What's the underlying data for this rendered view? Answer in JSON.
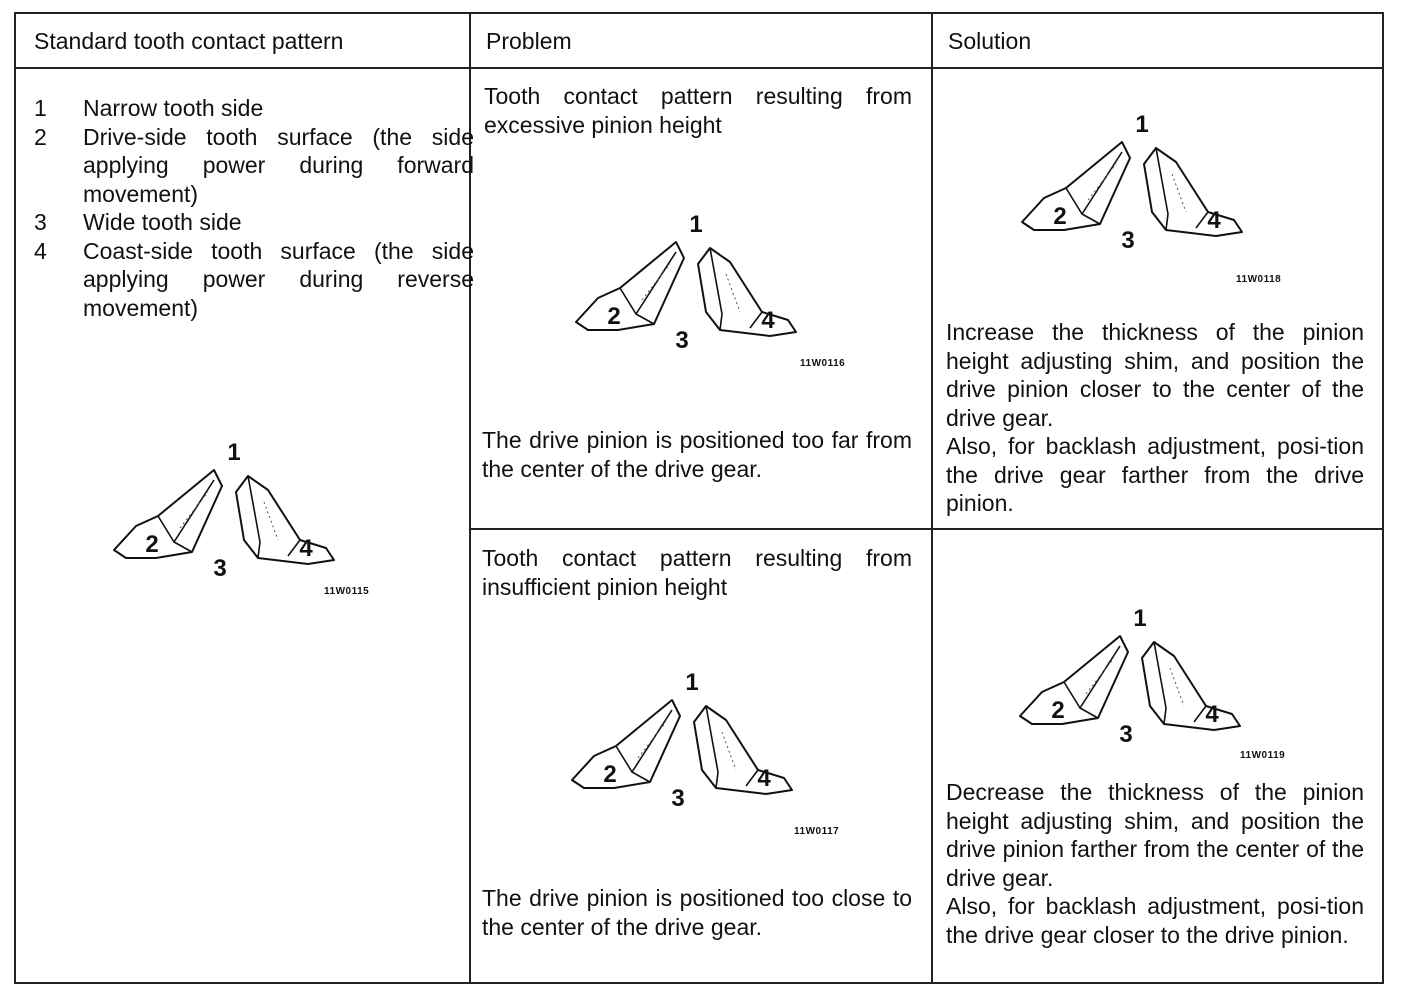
{
  "headers": {
    "standard": "Standard tooth contact pattern",
    "problem": "Problem",
    "solution": "Solution"
  },
  "legend": [
    {
      "num": "1",
      "text": "Narrow tooth side"
    },
    {
      "num": "2",
      "text": "Drive-side tooth surface (the side applying power during forward movement)"
    },
    {
      "num": "3",
      "text": "Wide tooth side"
    },
    {
      "num": "4",
      "text": "Coast-side tooth surface (the side applying power during reverse movement)"
    }
  ],
  "gear_labels": {
    "l1": "1",
    "l2": "2",
    "l3": "3",
    "l4": "4"
  },
  "standard_code": "11W0115",
  "rows": [
    {
      "problem_title": "Tooth contact pattern resulting from excessive pinion height",
      "problem_code": "11W0116",
      "problem_desc": "The drive pinion is positioned too far from the center of the drive gear.",
      "solution_code": "11W0118",
      "solution_text": "Increase the thickness of the pinion height adjusting shim, and position the drive pinion closer to the center of the drive gear.",
      "solution_text2": "Also, for backlash adjustment, posi-tion the drive gear farther from the drive pinion."
    },
    {
      "problem_title": "Tooth contact pattern resulting from insufficient pinion height",
      "problem_code": "11W0117",
      "problem_desc": "The drive pinion is positioned too close to the center of the drive gear.",
      "solution_code": "11W0119",
      "solution_text": "Decrease the thickness of the pinion height adjusting shim, and position the drive pinion farther from the center of the drive gear.",
      "solution_text2": "Also, for backlash adjustment, posi-tion the drive gear closer to the drive pinion."
    }
  ]
}
